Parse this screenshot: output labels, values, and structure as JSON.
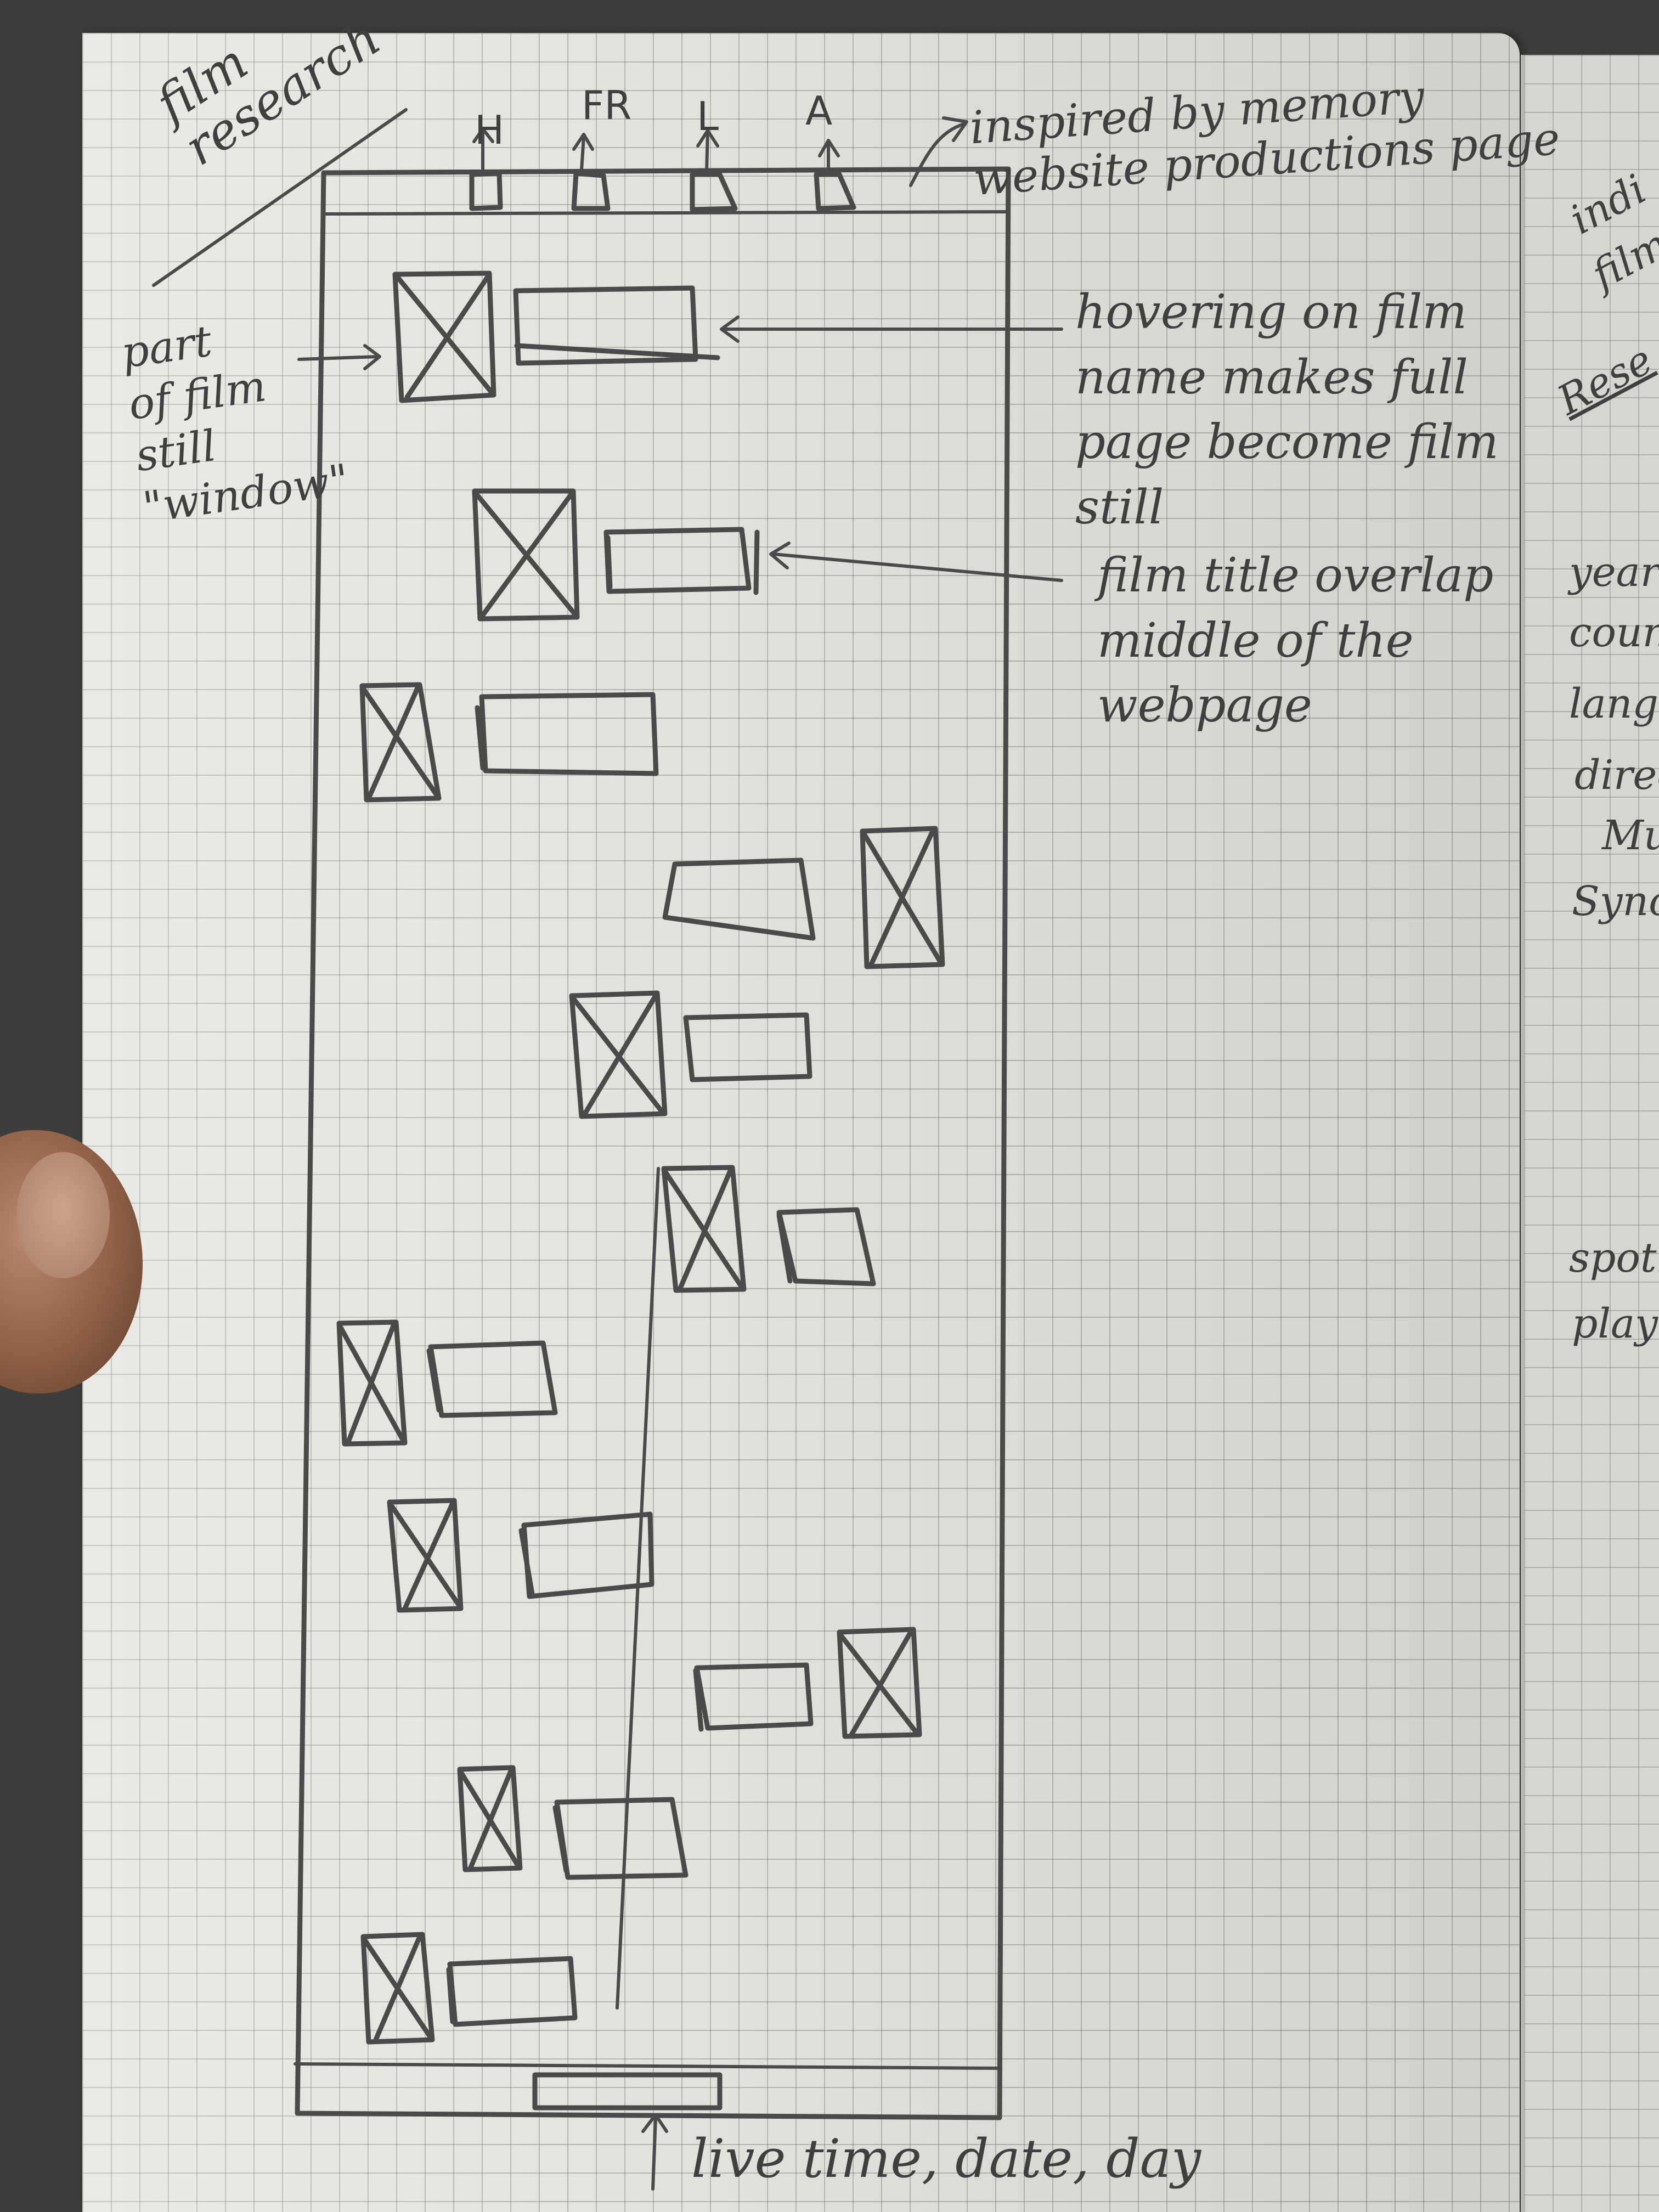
{
  "notebook": {
    "title_note": "film\nresearch",
    "nav_labels": [
      "H",
      "FR",
      "L",
      "A"
    ],
    "inspiration_note": "inspired by memory\nwebsite productions page",
    "window_note": "part\nof film\nstill\n\"window\"",
    "hover_note": "hovering on film\nname makes full\npage become film\nstill",
    "overlap_note": "film title overlap\nmiddle of the\nwebpage",
    "footer_note": "live time, date, day",
    "right_page_words": [
      "indi",
      "film",
      "Rese",
      "year",
      "coun",
      "langu",
      "direc",
      "Mu",
      "Syno",
      "spoti",
      "play"
    ]
  }
}
